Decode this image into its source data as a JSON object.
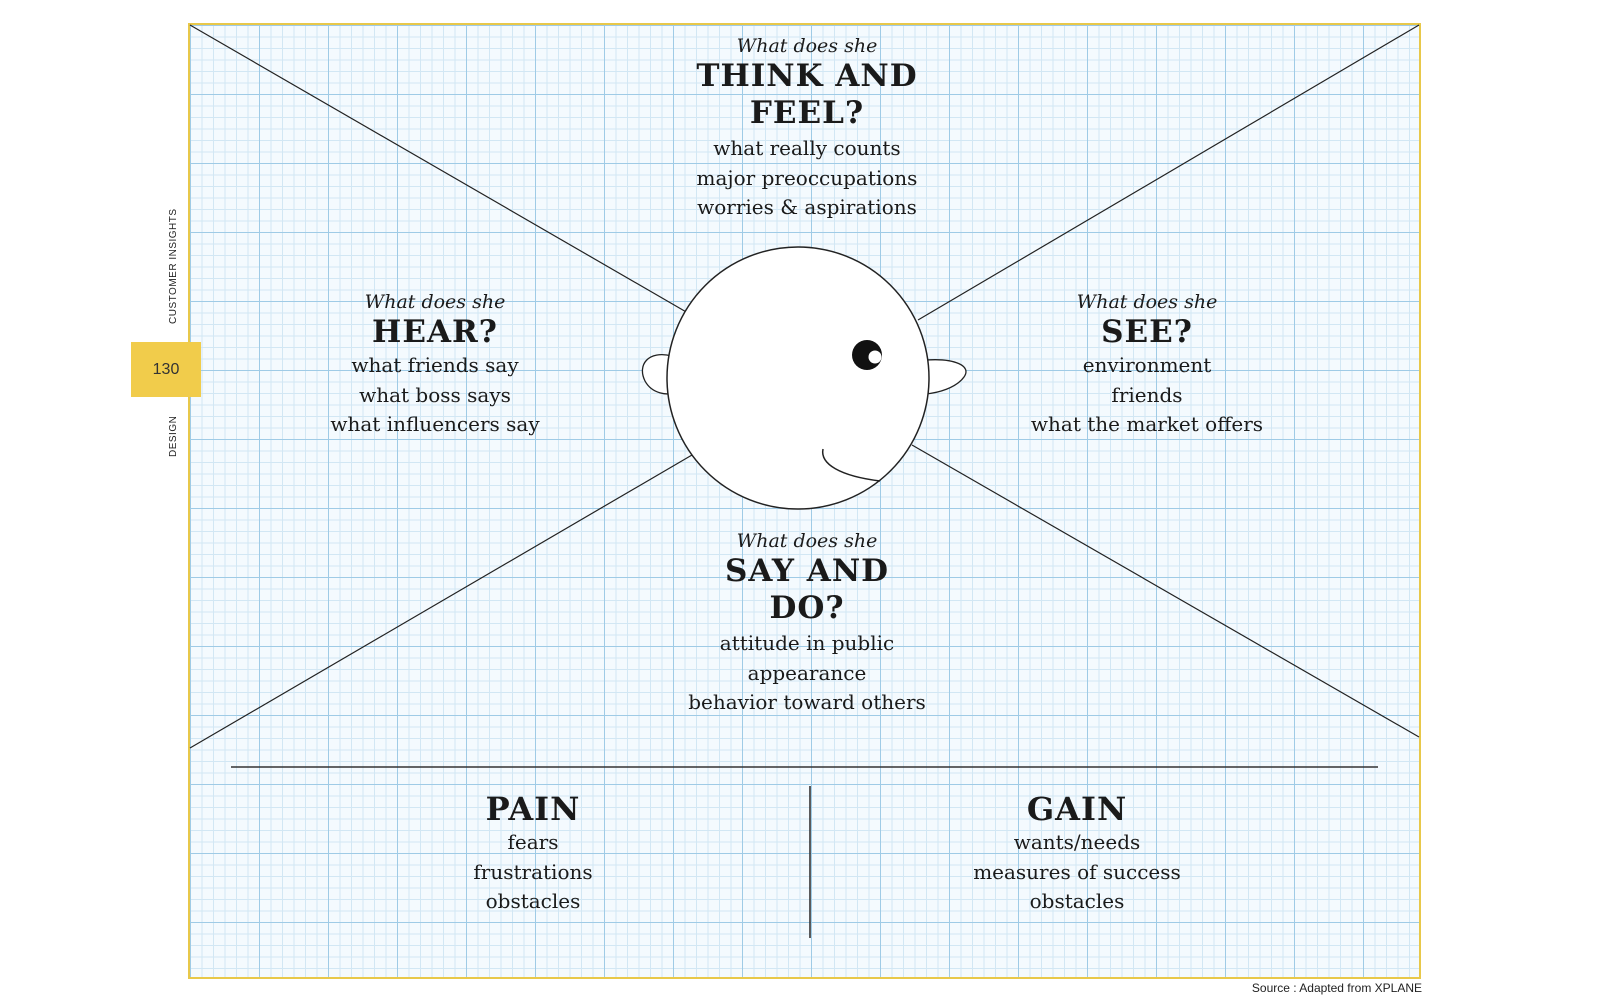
{
  "side": {
    "top_label": "CUSTOMER INSIGHTS",
    "page_number": "130",
    "bottom_label": "DESIGN"
  },
  "think_feel": {
    "question": "What does she",
    "heading": [
      "THINK AND",
      "FEEL?"
    ],
    "items": [
      "what really counts",
      "major preoccupations",
      "worries & aspirations"
    ]
  },
  "hear": {
    "question": "What does she",
    "heading": "HEAR?",
    "items": [
      "what friends say",
      "what boss says",
      "what influencers say"
    ]
  },
  "see": {
    "question": "What does she",
    "heading": "SEE?",
    "items": [
      "environment",
      "friends",
      "what the market offers"
    ]
  },
  "say_do": {
    "question": "What does she",
    "heading": [
      "SAY AND",
      "DO?"
    ],
    "items": [
      "attitude in public",
      "appearance",
      "behavior toward others"
    ]
  },
  "pain": {
    "heading": "PAIN",
    "items": [
      "fears",
      "frustrations",
      "obstacles"
    ]
  },
  "gain": {
    "heading": "GAIN",
    "items": [
      "wants/needs",
      "measures of success",
      "obstacles"
    ]
  },
  "source": "Source : Adapted from XPLANE",
  "colors": {
    "accent_yellow": "#f1cc4b",
    "grid_blue": "#9fcbe6",
    "ink": "#1a1a1a"
  }
}
